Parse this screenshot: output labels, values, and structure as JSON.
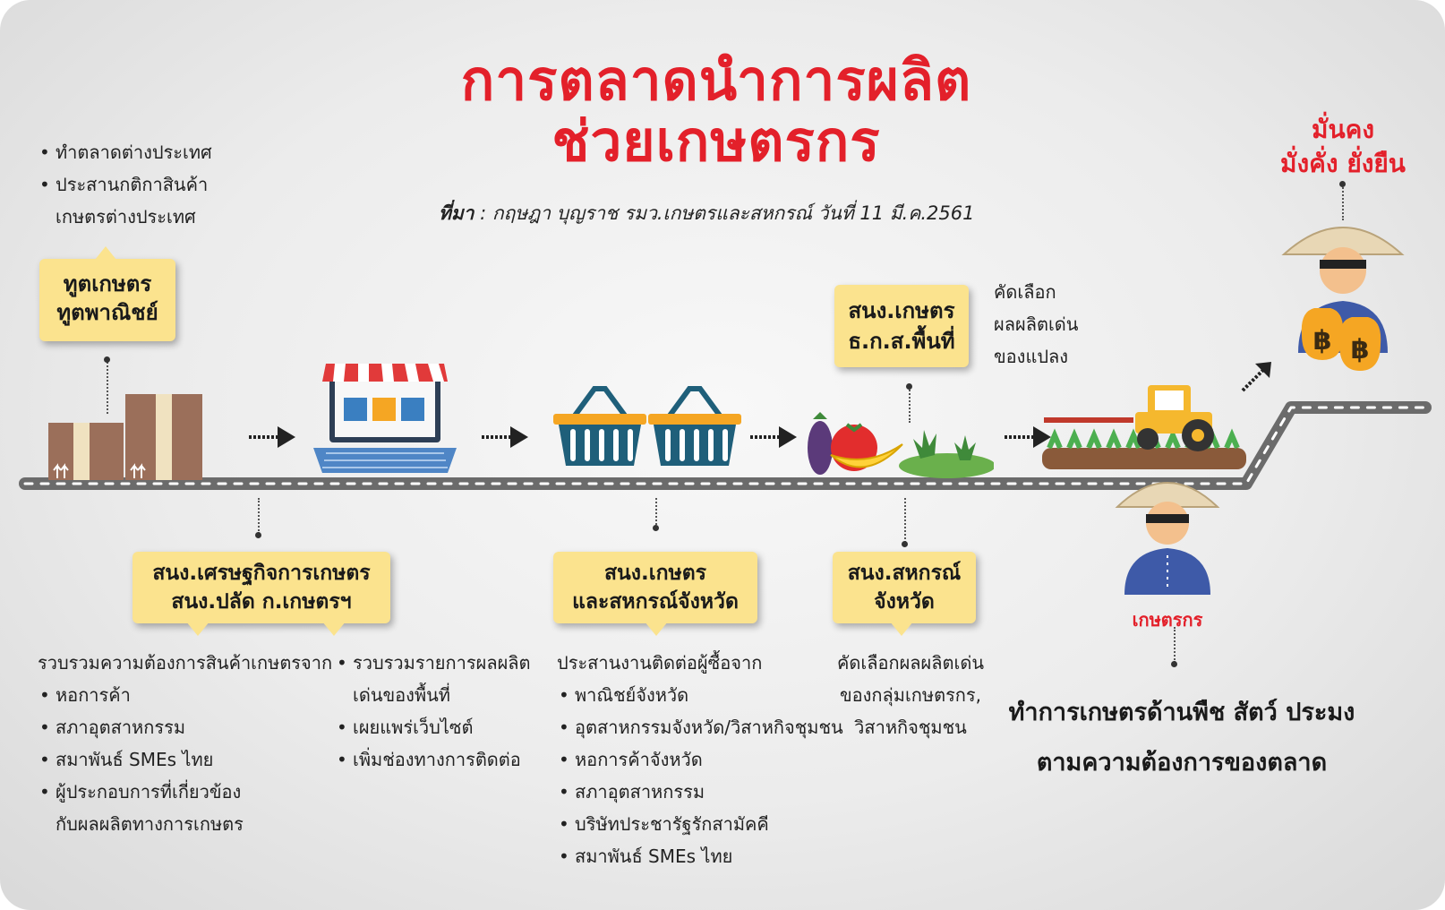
{
  "title": {
    "line1": "การตลาดนำการผลิต",
    "line2": "ช่วยเกษตรกร"
  },
  "source": {
    "label": "ที่มา",
    "text": " : กฤษฎา บุญราช รมว.เกษตรและสหกรณ์ วันที่ 11 มี.ค.2561"
  },
  "top_left": {
    "items": [
      "ทำตลาดต่างประเทศ",
      "ประสานกติกาสินค้า",
      "เกษตรต่างประเทศ"
    ],
    "callout": [
      "ทูตเกษตร",
      "ทูตพาณิชย์"
    ]
  },
  "callout_econ": [
    "สนง.เศรษฐกิจการเกษตร",
    "สนง.ปลัด ก.เกษตรฯ"
  ],
  "econ_list_a": {
    "heading": "รวบรวมความต้องการสินค้าเกษตรจาก",
    "items": [
      "หอการค้า",
      "สภาอุตสาหกรรม",
      "สมาพันธ์ SMEs ไทย",
      "ผู้ประกอบการที่เกี่ยวข้อง",
      "กับผลผลิตทางการเกษตร"
    ]
  },
  "econ_list_b": {
    "items": [
      "รวบรวมรายการผลผลิต",
      "เด่นของพื้นที่",
      "เผยแพร่เว็บไซต์",
      "เพิ่มช่องทางการติดต่อ"
    ]
  },
  "callout_province": [
    "สนง.เกษตร",
    "และสหกรณ์จังหวัด"
  ],
  "province_list": {
    "heading": "ประสานงานติดต่อผู้ซื้อจาก",
    "items": [
      "พาณิชย์จังหวัด",
      "อุตสาหกรรมจังหวัด/วิสาหกิจชุมชน",
      "หอการค้าจังหวัด",
      "สภาอุตสาหกรรม",
      "บริษัทประชารัฐรักสามัคคี",
      "สมาพันธ์ SMEs ไทย"
    ]
  },
  "callout_coop": [
    "สนง.สหกรณ์",
    "จังหวัด"
  ],
  "coop_text": [
    "คัดเลือกผลผลิตเด่น",
    "ของกลุ่มเกษตรกร,",
    "วิสาหกิจชุมชน"
  ],
  "callout_agri": [
    "สนง.เกษตร",
    "ธ.ก.ส.พื้นที่"
  ],
  "agri_text": [
    "คัดเลือก",
    "ผลผลิตเด่น",
    "ของแปลง"
  ],
  "farmer_label": "เกษตรกร",
  "farmer_text": [
    "ทำการเกษตรด้านพืช สัตว์ ประมง",
    "ตามความต้องการของตลาด"
  ],
  "rich_text": [
    "มั่นคง",
    "มั่งคั่ง ยั่งยืน"
  ],
  "colors": {
    "title_red": "#e3202a",
    "callout_yellow": "#fbe38e",
    "road": "#6b6b6b",
    "basket": "#1f5f7a",
    "basket_rim": "#f5a623"
  },
  "icons": [
    "boxes-icon",
    "laptop-shop-icon",
    "basket-icon",
    "produce-icon",
    "tractor-field-icon",
    "farmer-icon",
    "money-bag-icon",
    "arrow-right-icon"
  ]
}
